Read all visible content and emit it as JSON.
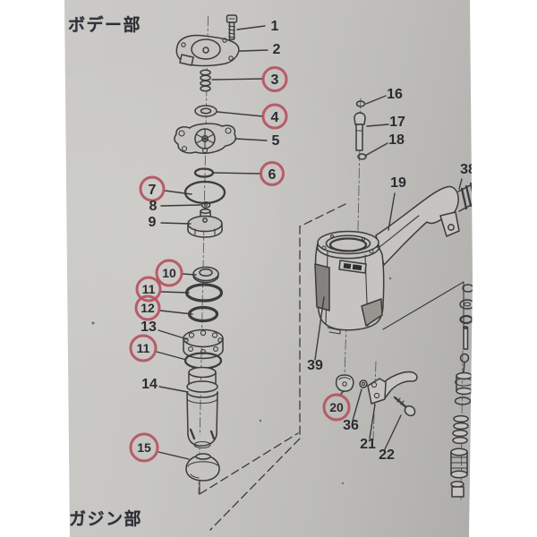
{
  "page": {
    "section_title_top": "ボデー部",
    "section_title_bottom": "ガジン部"
  },
  "diagram": {
    "type": "exploded-parts-diagram",
    "colors": {
      "background": "#ffffff",
      "paper": "#c5c4c1",
      "ink": "#3c3b3d",
      "highlight_circle_red": "#b5525f"
    },
    "callouts": [
      {
        "label": "1",
        "circled": false
      },
      {
        "label": "2",
        "circled": false
      },
      {
        "label": "3",
        "circled": true
      },
      {
        "label": "4",
        "circled": true
      },
      {
        "label": "5",
        "circled": false
      },
      {
        "label": "6",
        "circled": true
      },
      {
        "label": "7",
        "circled": true
      },
      {
        "label": "8",
        "circled": false
      },
      {
        "label": "9",
        "circled": false
      },
      {
        "label": "10",
        "circled": true
      },
      {
        "label": "11",
        "circled": true
      },
      {
        "label": "12",
        "circled": true
      },
      {
        "label": "13",
        "circled": false
      },
      {
        "label": "11",
        "circled": true
      },
      {
        "label": "14",
        "circled": false
      },
      {
        "label": "15",
        "circled": true
      },
      {
        "label": "16",
        "circled": false
      },
      {
        "label": "17",
        "circled": false
      },
      {
        "label": "18",
        "circled": false
      },
      {
        "label": "19",
        "circled": false
      },
      {
        "label": "38",
        "circled": false
      },
      {
        "label": "39",
        "circled": false
      },
      {
        "label": "20",
        "circled": true
      },
      {
        "label": "36",
        "circled": false
      },
      {
        "label": "21",
        "circled": false
      },
      {
        "label": "22",
        "circled": false
      }
    ]
  }
}
